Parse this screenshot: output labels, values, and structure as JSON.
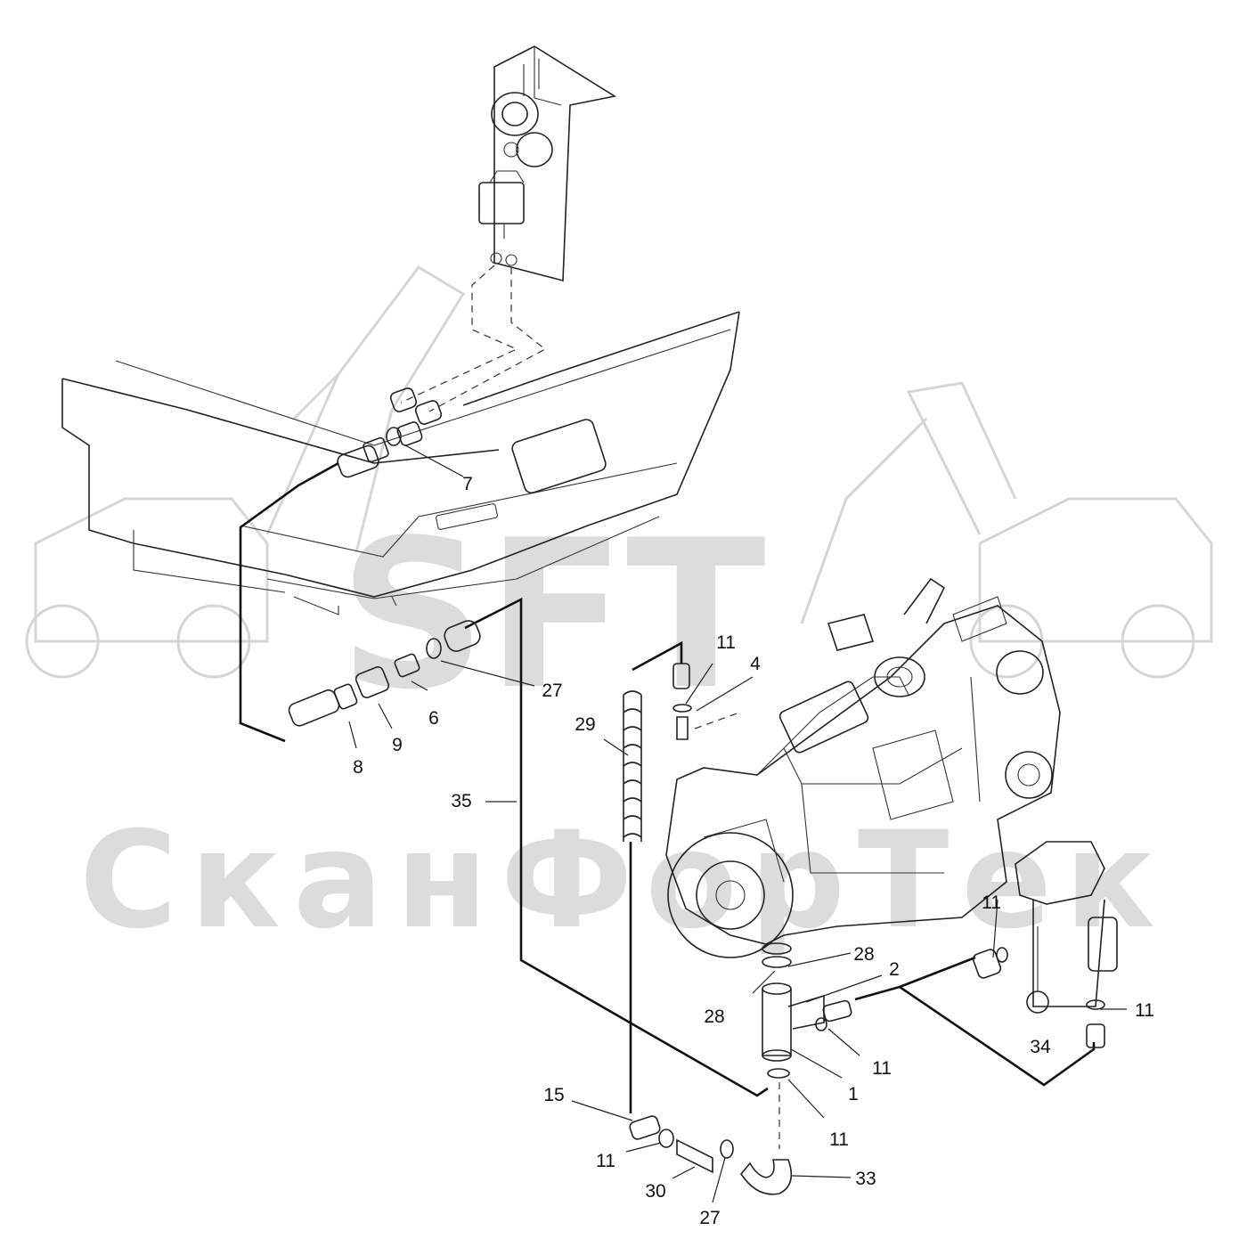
{
  "watermark": {
    "logo_text": "SFT",
    "company_text": "СканФорТек"
  },
  "callouts": [
    {
      "id": "c7",
      "label": "7"
    },
    {
      "id": "c27a",
      "label": "27"
    },
    {
      "id": "c6",
      "label": "6"
    },
    {
      "id": "c9",
      "label": "9"
    },
    {
      "id": "c8",
      "label": "8"
    },
    {
      "id": "c35",
      "label": "35"
    },
    {
      "id": "c29",
      "label": "29"
    },
    {
      "id": "c11a",
      "label": "11"
    },
    {
      "id": "c4",
      "label": "4"
    },
    {
      "id": "c28a",
      "label": "28"
    },
    {
      "id": "c2",
      "label": "2"
    },
    {
      "id": "c28b",
      "label": "28"
    },
    {
      "id": "c11b",
      "label": "11"
    },
    {
      "id": "c11c",
      "label": "11"
    },
    {
      "id": "c11d",
      "label": "11"
    },
    {
      "id": "c1",
      "label": "1"
    },
    {
      "id": "c34",
      "label": "34"
    },
    {
      "id": "c11e",
      "label": "11"
    },
    {
      "id": "c15",
      "label": "15"
    },
    {
      "id": "c11f",
      "label": "11"
    },
    {
      "id": "c30",
      "label": "30"
    },
    {
      "id": "c27b",
      "label": "27"
    },
    {
      "id": "c33",
      "label": "33"
    }
  ]
}
